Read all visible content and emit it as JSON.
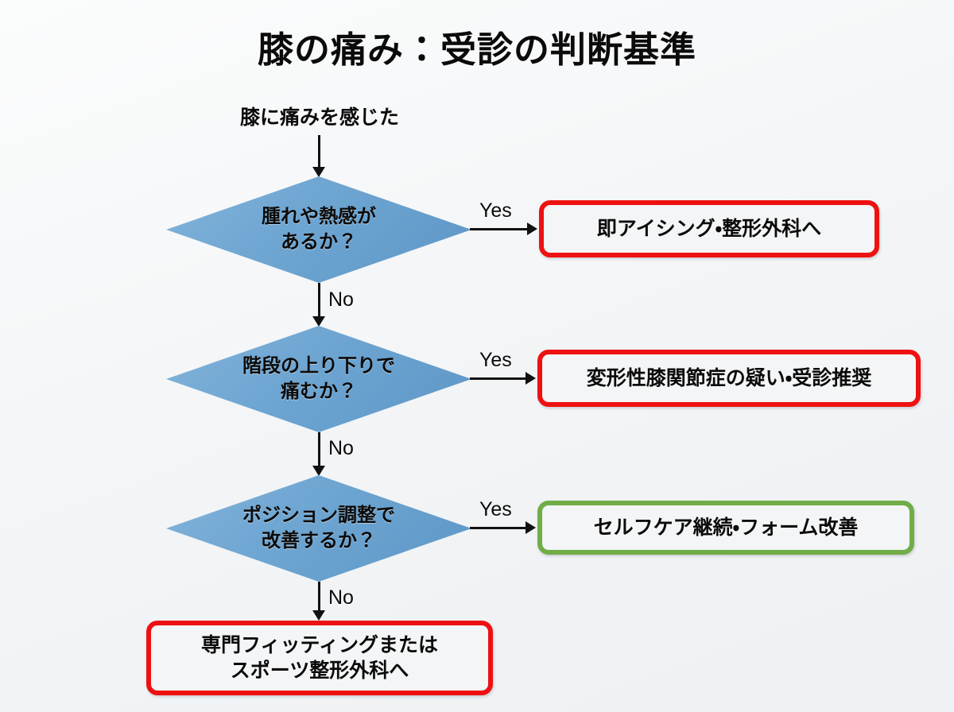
{
  "title": "膝の痛み：受診の判断基準",
  "start": {
    "label": "膝に痛みを感じた"
  },
  "edge_labels": {
    "yes": "Yes",
    "no": "No"
  },
  "decisions": [
    {
      "id": "swelling-heat",
      "line1": "腫れや熱感が",
      "line2": "あるか？",
      "yes_label": "Yes",
      "no_label": "No"
    },
    {
      "id": "stairs-pain",
      "line1": "階段の上り下りで",
      "line2": "痛むか？",
      "yes_label": "Yes",
      "no_label": "No"
    },
    {
      "id": "position-adjust",
      "line1": "ポジション調整で",
      "line2": "改善するか？",
      "yes_label": "Yes",
      "no_label": "No"
    }
  ],
  "outcomes": [
    {
      "id": "icing-orthopedics",
      "line1": "即アイシング・整形外科へ",
      "line2": "",
      "border_color": "#ee1111",
      "severity": "urgent"
    },
    {
      "id": "knee-osteoarthritis",
      "line1": "変形性膝関節症の疑い・受診推奨",
      "line2": "",
      "border_color": "#ee1111",
      "severity": "urgent"
    },
    {
      "id": "selfcare-form",
      "line1": "セルフケア継続・フォーム改善",
      "line2": "",
      "border_color": "#70ad47",
      "severity": "ok"
    },
    {
      "id": "fitting-sports-orthopedics",
      "line1": "専門フィッティングまたは",
      "line2": "スポーツ整形外科へ",
      "border_color": "#ee1111",
      "severity": "urgent"
    }
  ],
  "palette": {
    "background": "#f2f4f6",
    "decision_fill": "#6fa6d2",
    "decision_stroke": "#40749c",
    "connector": "#111111",
    "urgent_border": "#ee1111",
    "ok_border": "#70ad47",
    "text": "#0b0b0b"
  }
}
